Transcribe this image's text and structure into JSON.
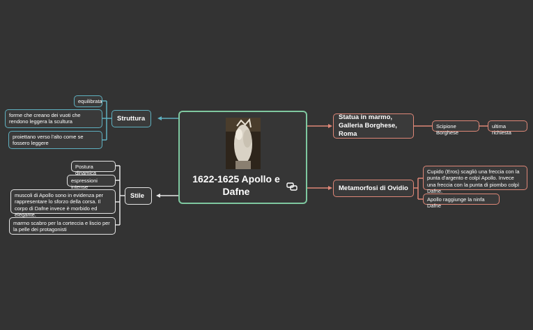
{
  "central": {
    "title": "1622-1625 Apollo e Dafne",
    "photo_icon": "statue-photo",
    "link_icon": "link-icon"
  },
  "colors": {
    "background": "#333333",
    "central_border": "#7fc8a0",
    "struttura_branch": "#5fb0c0",
    "stile_branch": "#e6e6e6",
    "right_branch": "#e08878"
  },
  "left": {
    "struttura": {
      "label": "Struttura",
      "children": [
        "equilibrata",
        "forme che creano dei vuoti che rendono leggera la scultura",
        "proiettano verso l'alto come se fossero leggere"
      ]
    },
    "stile": {
      "label": "Stile",
      "children": [
        "Postura dinamica",
        "espressioni intense",
        "muscoli di Apollo sono in evidenza per rappresentare lo sforzo della corsa. Il corpo di Dafne invece è morbido ed elegante.",
        "marmo scabro per la corteccia e liscio per la pelle dei protagonisti"
      ]
    }
  },
  "right": {
    "statua": {
      "label": "Statua in marmo, Galleria Borghese, Roma",
      "child": "Scipione Borghese",
      "grandchild": "ultima richiesta"
    },
    "metamorfosi": {
      "label": "Metamorfosi di Ovidio",
      "children": [
        "Cupido (Eros) scagliò una freccia con la punta d'argento e colpì Apollo. Invece una freccia con la punta di piombo colpì Dafne.",
        "Apollo raggiunge la ninfa Dafne"
      ]
    }
  }
}
